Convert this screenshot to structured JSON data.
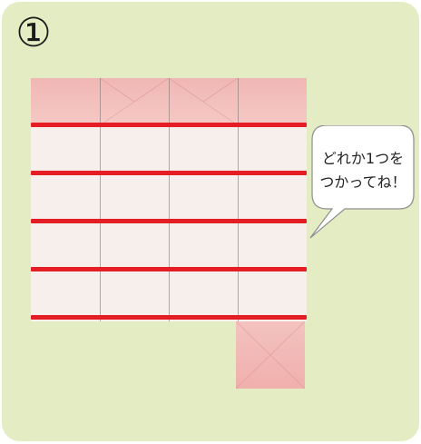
{
  "step": {
    "number": "①"
  },
  "speech_bubble": {
    "line1": "どれか1つを",
    "line2": "つかってね！"
  },
  "colors": {
    "background": "#e3ecc3",
    "sheet": "#f6efeb",
    "sheet_top": "#f0b7b4",
    "cut_line": "#e51e25",
    "bubble_fill": "#ffffff",
    "bubble_border": "#8e8e8e"
  }
}
